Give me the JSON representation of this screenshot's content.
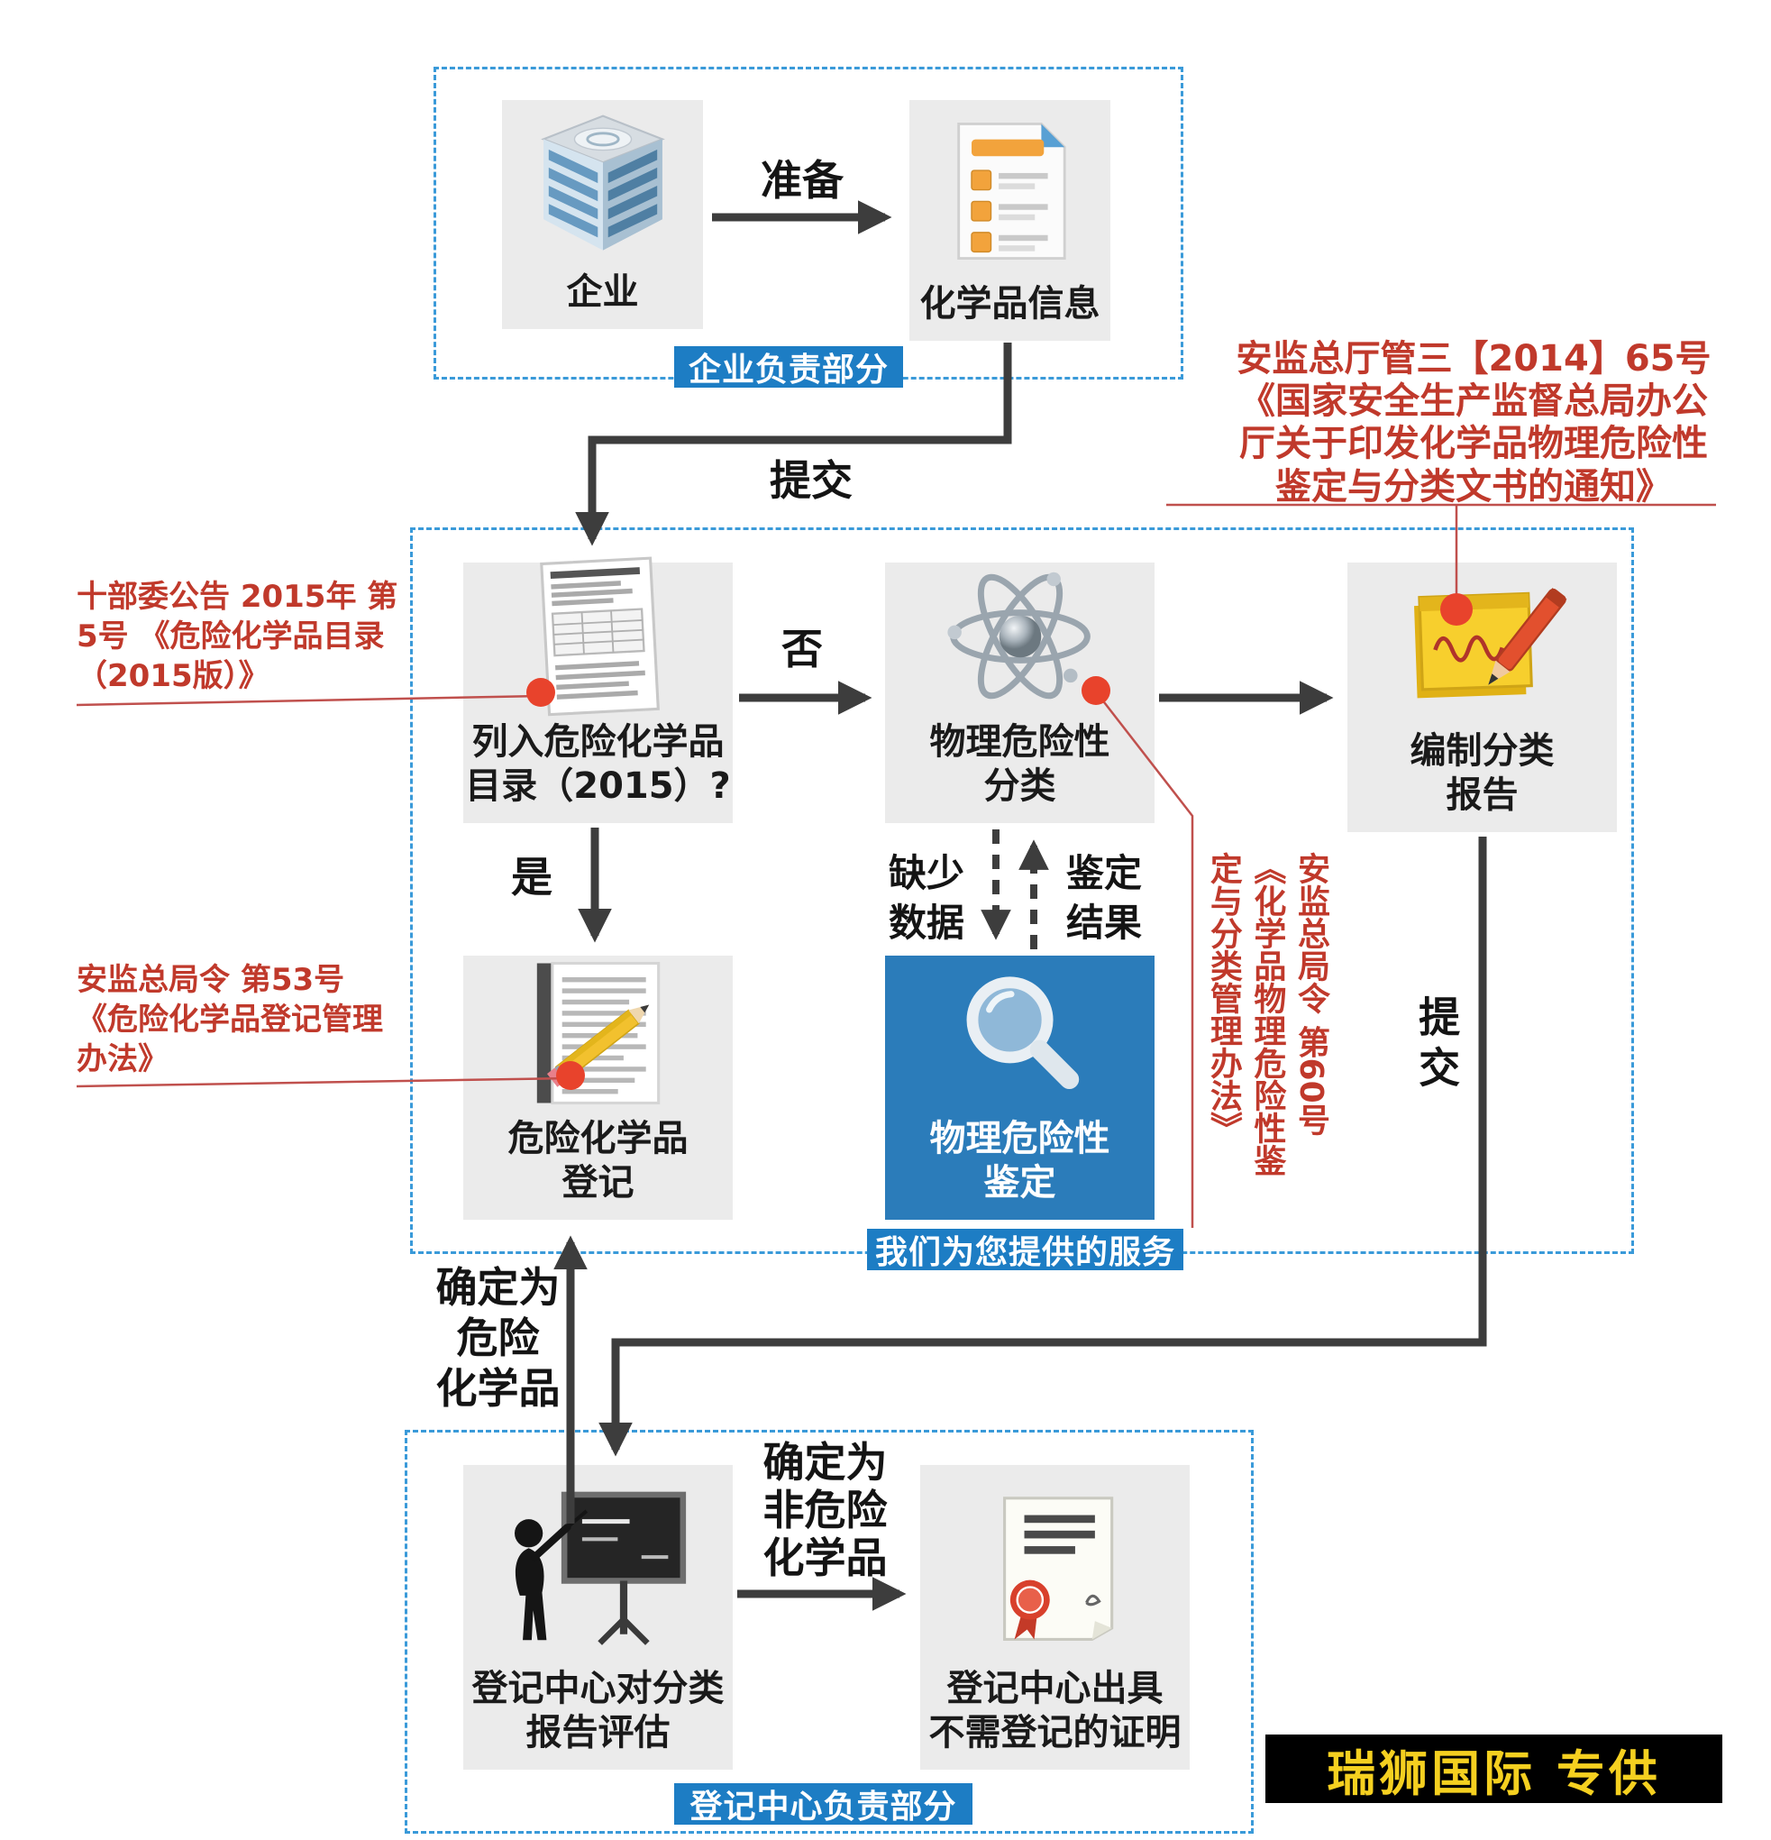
{
  "sections": {
    "enterprise": {
      "label": "企业负责部分"
    },
    "service": {
      "label": "我们为您提供的服务"
    },
    "center": {
      "label": "登记中心负责部分"
    }
  },
  "nodes": {
    "enterprise": {
      "label": "企业"
    },
    "chem_info": {
      "label": "化学品信息"
    },
    "catalog_check": {
      "label": "列入危险化学品\n目录（2015）?"
    },
    "classification": {
      "label": "物理危险性\n分类"
    },
    "report": {
      "label": "编制分类\n报告"
    },
    "registration": {
      "label": "危险化学品\n登记"
    },
    "identification": {
      "label": "物理危险性\n鉴定"
    },
    "evaluation": {
      "label": "登记中心对分类\n报告评估"
    },
    "certificate": {
      "label": "登记中心出具\n不需登记的证明"
    }
  },
  "edges": {
    "prepare": "准备",
    "submit_info": "提交",
    "no": "否",
    "yes": "是",
    "missing_data": "缺少\n数据",
    "test_result": "鉴定\n结果",
    "submit_report": "提交",
    "is_hazardous": "确定为\n危险\n化学品",
    "not_hazardous": "确定为\n非危险\n化学品"
  },
  "annotations": {
    "catalog_ref": "十部委公告 2015年 第\n5号 《危险化学品目录\n（2015版）》",
    "notice_ref": "安监总厅管三【2014】65号\n《国家安全生产监督总局办公\n厅关于印发化学品物理危险性\n鉴定与分类文书的通知》",
    "registration_ref": "安监总局令 第53号\n《危险化学品登记管理\n办法》",
    "identification_ref": "安监总局令 第60号\n《化学品物理危险性鉴\n定与分类管理办法》"
  },
  "watermark": "瑞狮国际 专供",
  "colors": {
    "section_label_bg": "#1d7dc4",
    "service_box_bg": "#2b7cba",
    "annotation_red": "#c0392b",
    "arrow": "#3d3d3d",
    "dashed_border": "#3a9ad9",
    "node_box_bg": "#ebebeb",
    "callout_dot": "#e8432c",
    "watermark_bg": "#000000",
    "watermark_fg": "#f5d020"
  }
}
